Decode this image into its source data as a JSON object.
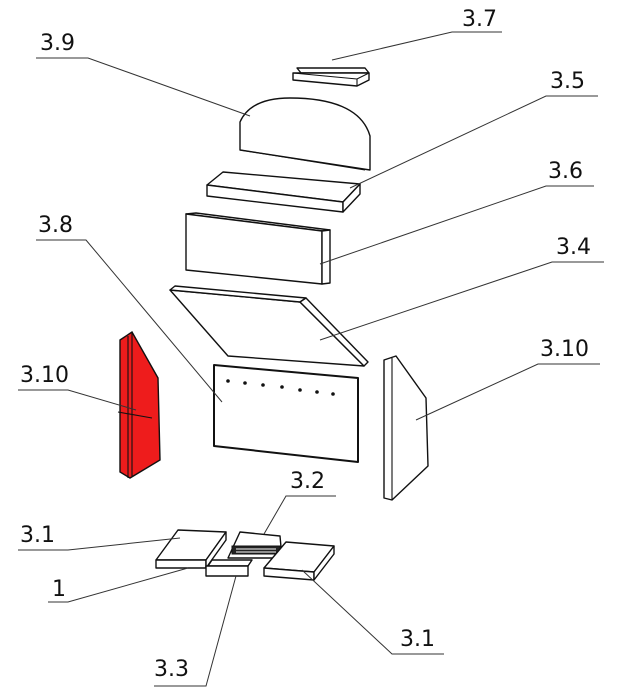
{
  "labels": {
    "l37": "3.7",
    "l39": "3.9",
    "l35": "3.5",
    "l36": "3.6",
    "l38": "3.8",
    "l34": "3.4",
    "l310_left": "3.10",
    "l310_right": "3.10",
    "l32": "3.2",
    "l31_left": "3.1",
    "l1": "1",
    "l31_right": "3.1",
    "l33": "3.3"
  },
  "colors": {
    "highlight": "#ee1c1c",
    "line": "#111111"
  }
}
